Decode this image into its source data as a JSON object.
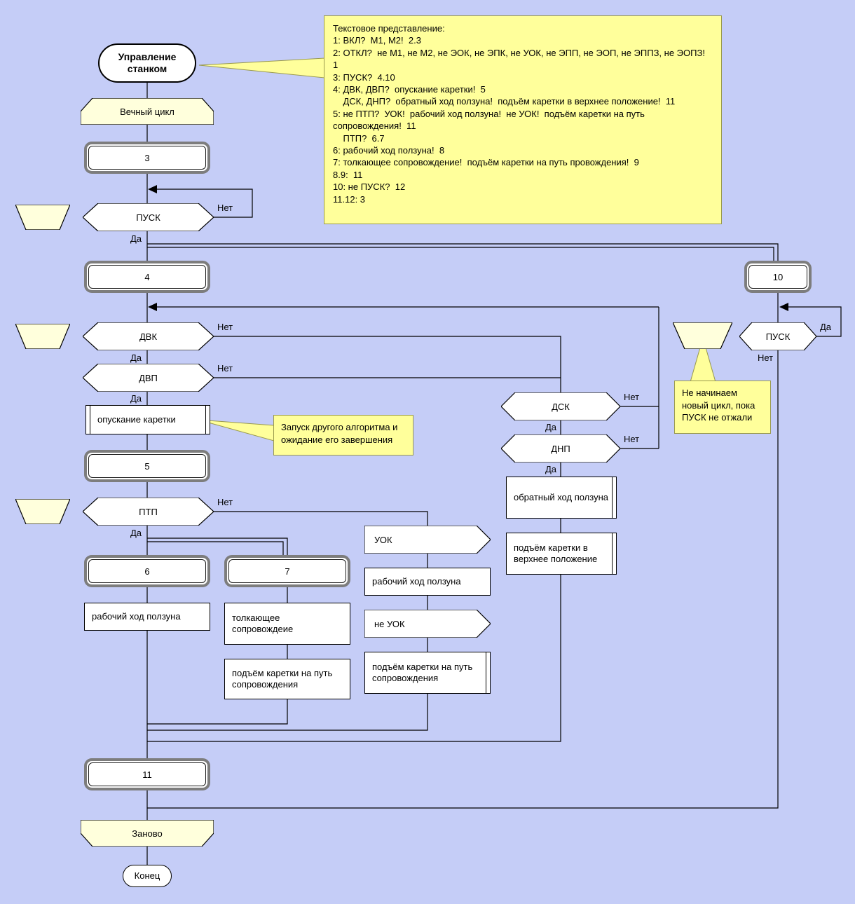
{
  "colors": {
    "background": "#c5cdf7",
    "note_yellow": "#ffff9b",
    "cream_shape": "#ffffdc",
    "address_frame_gray": "#7d7d7d"
  },
  "start": {
    "label": "Управление станком"
  },
  "loop": {
    "start_label": "Вечный цикл",
    "end_label": "Заново"
  },
  "end": {
    "label": "Конец"
  },
  "addresses": {
    "n3": "3",
    "n4": "4",
    "n5": "5",
    "n6": "6",
    "n7": "7",
    "n10": "10",
    "n11": "11"
  },
  "decisions": {
    "pusk1": "ПУСК",
    "dvk": "ДВК",
    "dvp": "ДВП",
    "ptp": "ПТП",
    "dsk": "ДСК",
    "dnp": "ДНП",
    "pusk2": "ПУСК"
  },
  "branch_labels": {
    "yes": "Да",
    "no": "Нет"
  },
  "actions": {
    "lower_carriage": "опускание каретки",
    "work_stroke_left": "рабочий ход ползуна",
    "pushing_escort": "толкающее сопровождеие",
    "raise_escort_left": "подъём каретки на путь сопровождения",
    "uok": "УОК",
    "work_stroke_mid": "рабочий ход ползуна",
    "not_uok": "не УОК",
    "raise_escort_mid": "подъём каретки на путь сопровождения",
    "reverse_stroke": "обратный ход ползуна",
    "raise_top": "подъём каретки в верхнее положение"
  },
  "notes": {
    "text_repr": [
      "Текстовое представление:",
      "1: ВКЛ?  М1, М2!  2.3",
      "2: ОТКЛ?  не М1, не М2, не ЭОК, не ЭПК, не УОК, не ЭПП, не ЭОП, не ЭППЗ, не ЭОПЗ!  1",
      "3: ПУСК?  4.10",
      "4: ДВК, ДВП?  опускание каретки!  5",
      "    ДСК, ДНП?  обратный ход ползуна!  подъём каретки в верхнее положение!  11",
      "5: не ПТП?  УОК!  рабочий ход ползуна!  не УОК!  подъём каретки на путь сопровождения!  11",
      "    ПТП?  6.7",
      "6: рабочий ход ползуна!  8",
      "7: толкающее сопровождение!  подъём каретки на путь провождения!  9",
      "8.9:  11",
      "10: не ПУСК?  12",
      "11.12: 3"
    ],
    "insert_note": "Запуск другого алгоритма и ожидание его завершения",
    "pusk_note": "Не начинаем новый цикл, пока ПУСК не отжали"
  }
}
